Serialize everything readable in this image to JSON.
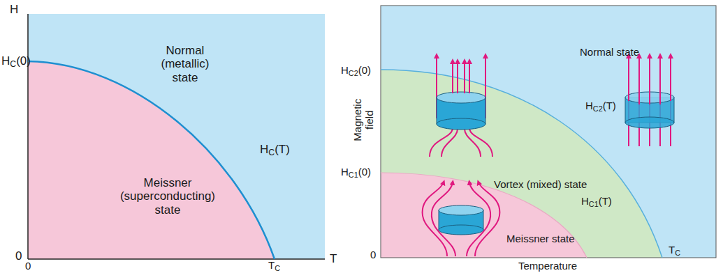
{
  "diagram": {
    "nodes": [
      {
        "text": [
          "Normal (metallic) state"
        ]
      },
      {
        "text": [
          "Meissner (superconducting) state"
        ]
      },
      {
        "text": [
          "Normal state"
        ]
      },
      {
        "text": [
          "Vortex (mixed) state"
        ]
      },
      {
        "text": [
          "Meissner state"
        ]
      }
    ],
    "labels": [
      "H",
      "HC(0)",
      "HC(T)",
      "0",
      "0",
      "TC",
      "T",
      "HC2(0)",
      "Magnetic field",
      "HC2(T)",
      "HC1(0)",
      "HC1(T)",
      "TC",
      "0",
      "Temperature"
    ]
  }
}
